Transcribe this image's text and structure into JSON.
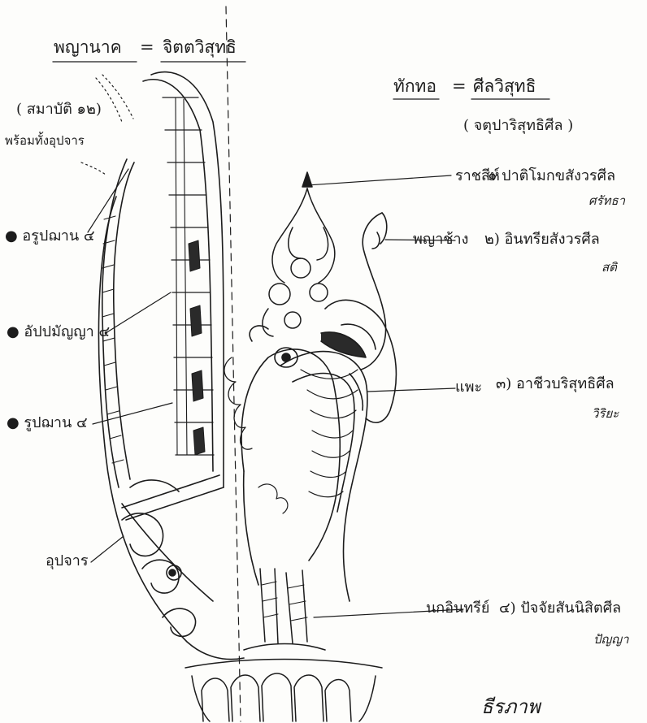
{
  "header": {
    "left_term": "พญานาค",
    "left_eq": "=",
    "left_value": "จิตตวิสุทธิ",
    "right_term": "ทักทอ",
    "right_eq": "=",
    "right_value": "ศีลวิสุทธิ",
    "right_sub": "( จตุปาริสุทธิศีล )"
  },
  "left_labels": {
    "sequence": "( สมาบัติ ๑๒)",
    "sequence_note": "พร้อมทั้งอุปจาร",
    "arupa": "● อรูปฌาน ๔",
    "appamanna": "● อัปปมัญญา ๔",
    "rupa": "● รูปฌาน ๔",
    "upajara": "อุปจาร"
  },
  "parts": [
    {
      "part": "ราชสีห์",
      "precept": "๑ ปาติโมกขสังวรศีล",
      "faculty": "ศรัทธา"
    },
    {
      "part": "พญาช้าง",
      "precept": "๒) อินทรียสังวรศีล",
      "faculty": "สติ"
    },
    {
      "part": "แพะ",
      "precept": "๓) อาชีวบริสุทธิศีล",
      "faculty": "วิริยะ"
    },
    {
      "part": "นกอินทรีย์",
      "precept": "๔) ปัจจัยสันนิสิตศีล",
      "faculty": "ปัญญา"
    }
  ],
  "signature": "ธีรภาพ",
  "colors": {
    "ink": "#1c1c1c",
    "paper": "#fdfdfb"
  }
}
